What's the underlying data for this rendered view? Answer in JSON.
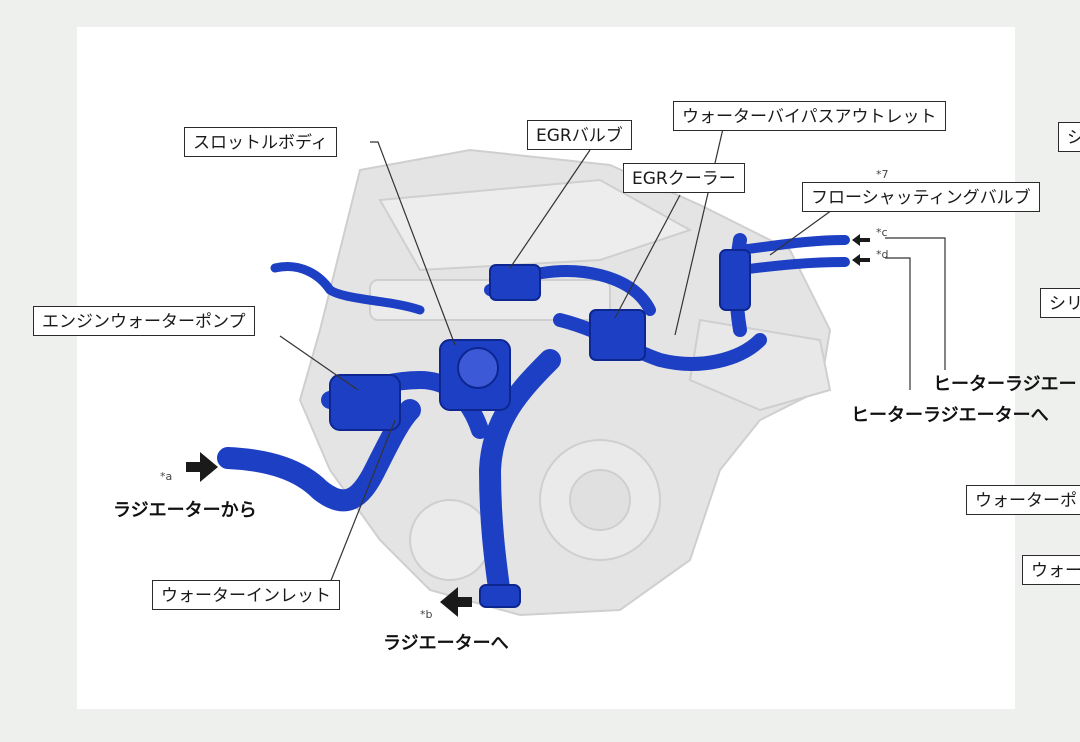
{
  "labels": {
    "throttle_body": "スロットルボディ",
    "egr_valve": "EGRバルブ",
    "water_bypass_outlet": "ウォーターバイパスアウトレット",
    "egr_cooler": "EGRクーラー",
    "flow_shutting_valve": "フローシャッティングバルブ",
    "engine_water_pump": "エンジンウォーターポンプ",
    "water_inlet": "ウォーターインレット",
    "cut_right_1": "シ",
    "cut_right_2": "シリ",
    "cut_right_3": "ウォーターポ",
    "cut_right_4": "ウォー"
  },
  "flows": {
    "from_radiator": "ラジエーターから",
    "to_radiator": "ラジエーターへ",
    "to_heater_radiator_1": "ヒーターラジエー",
    "to_heater_radiator_2": "ヒーターラジエーターへ"
  },
  "marks": {
    "a": "*a",
    "b": "*b",
    "c": "*c",
    "d": "*d",
    "seven": "*7"
  },
  "colors": {
    "hose_blue": "#1d3fc4",
    "hose_dark": "#0d2690",
    "engine_gray": "#d9d9d9",
    "arrow": "#1a1a1a"
  }
}
